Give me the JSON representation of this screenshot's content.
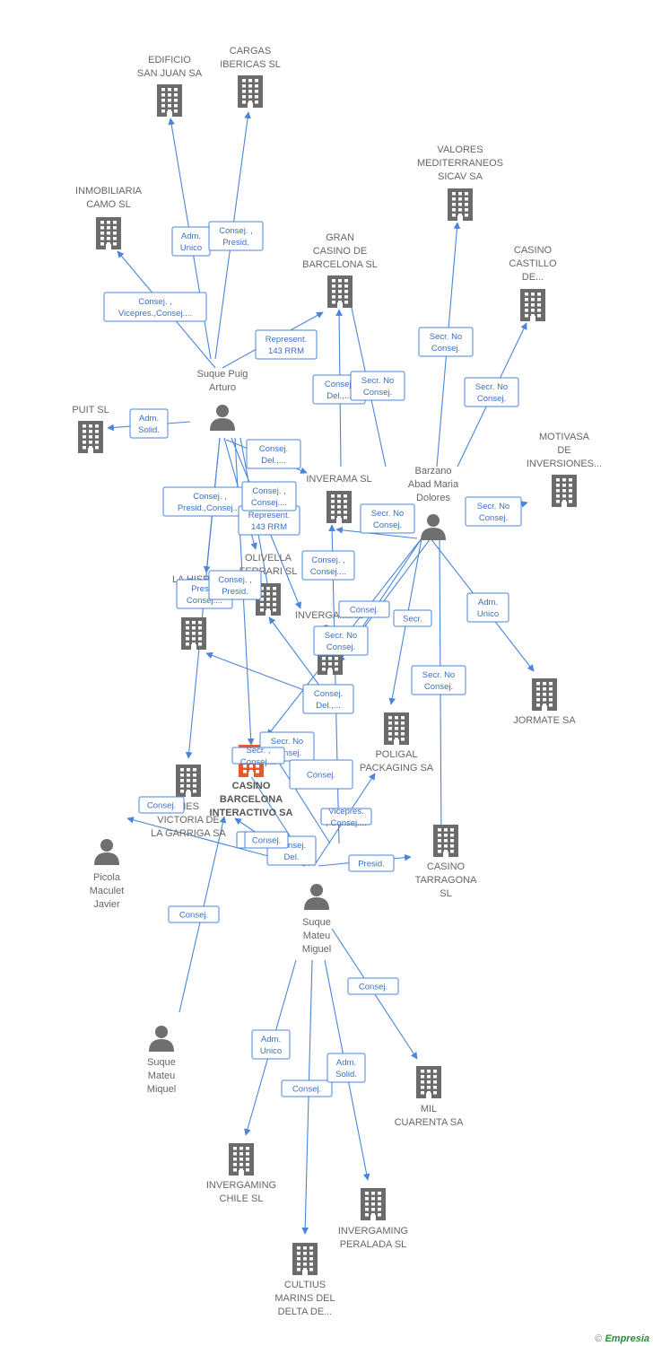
{
  "colors": {
    "edge": "#4a86d8",
    "edge_text": "#3a6fc0",
    "building": "#6b6b6b",
    "main_building": "#e8582a",
    "person": "#6f6f6f",
    "label": "#666666"
  },
  "nodes": [
    {
      "id": "edificio",
      "kind": "company",
      "lines": [
        "EDIFICIO",
        "SAN JUAN SA"
      ]
    },
    {
      "id": "cargas",
      "kind": "company",
      "lines": [
        "CARGAS",
        "IBERICAS SL"
      ]
    },
    {
      "id": "valores",
      "kind": "company",
      "lines": [
        "VALORES",
        "MEDITERRANEOS",
        "SICAV SA"
      ]
    },
    {
      "id": "inmobiliaria",
      "kind": "company",
      "lines": [
        "INMOBILIARIA",
        "CAMO SL"
      ]
    },
    {
      "id": "gran_casino",
      "kind": "company",
      "lines": [
        "GRAN",
        "CASINO DE",
        "BARCELONA SL"
      ]
    },
    {
      "id": "castillo",
      "kind": "company",
      "lines": [
        "CASINO",
        "CASTILLO",
        "DE..."
      ]
    },
    {
      "id": "puit",
      "kind": "company",
      "lines": [
        "PUIT SL"
      ]
    },
    {
      "id": "motivasa",
      "kind": "company",
      "lines": [
        "MOTIVASA",
        "DE",
        "INVERSIONES..."
      ]
    },
    {
      "id": "inverama",
      "kind": "company",
      "lines": [
        "INVERAMA SL"
      ]
    },
    {
      "id": "olivella",
      "kind": "company",
      "lines": [
        "OLIVELLA",
        "FERRARI SL"
      ]
    },
    {
      "id": "hispa",
      "kind": "company",
      "lines": [
        "LA HISPA",
        "FA"
      ]
    },
    {
      "id": "invergaming_g",
      "kind": "company",
      "lines": [
        "INVERGAMING",
        "G..."
      ]
    },
    {
      "id": "jormate",
      "kind": "company",
      "lines": [
        "JORMATE SA"
      ]
    },
    {
      "id": "poligal",
      "kind": "company",
      "lines": [
        "POLIGAL",
        "PACKAGING SA"
      ]
    },
    {
      "id": "casino_bcn",
      "kind": "main",
      "lines": [
        "CASINO",
        "BARCELONA",
        "INTERACTIVO SA"
      ]
    },
    {
      "id": "mes_victoria",
      "kind": "company",
      "lines": [
        "MES",
        "VICTORIA DE",
        "LA GARRIGA SA"
      ]
    },
    {
      "id": "casino_tarragona",
      "kind": "company",
      "lines": [
        "CASINO",
        "TARRAGONA",
        "SL"
      ]
    },
    {
      "id": "mil_cuarenta",
      "kind": "company",
      "lines": [
        "MIL",
        "CUARENTA SA"
      ]
    },
    {
      "id": "invergaming_chile",
      "kind": "company",
      "lines": [
        "INVERGAMING",
        "CHILE SL"
      ]
    },
    {
      "id": "invergaming_peralada",
      "kind": "company",
      "lines": [
        "INVERGAMING",
        "PERALADA SL"
      ]
    },
    {
      "id": "cultius",
      "kind": "company",
      "lines": [
        "CULTIUS",
        "MARINS DEL",
        "DELTA DE..."
      ]
    },
    {
      "id": "suque_arturo",
      "kind": "person",
      "lines": [
        "Suque Puig",
        "Arturo"
      ]
    },
    {
      "id": "barzano",
      "kind": "person",
      "lines": [
        "Barzano",
        "Abad Maria",
        "Dolores"
      ]
    },
    {
      "id": "picola",
      "kind": "person",
      "lines": [
        "Picola",
        "Maculet",
        "Javier"
      ]
    },
    {
      "id": "suque_miguel",
      "kind": "person",
      "lines": [
        "Suque",
        "Mateu",
        "Miguel"
      ]
    },
    {
      "id": "suque_miquel",
      "kind": "person",
      "lines": [
        "Suque",
        "Mateu",
        "Miquel"
      ]
    }
  ],
  "edge_labels": [
    [
      "Adm.",
      "Unico"
    ],
    [
      "Consej. ,",
      "Presid."
    ],
    [
      "Consej. ,",
      "Vicepres.,Consej...."
    ],
    [
      "Represent.",
      "143 RRM"
    ],
    [
      "Adm.",
      "Solid."
    ],
    [
      "Consej.",
      "Del.,..."
    ],
    [
      "Consej.",
      "Del.,..."
    ],
    [
      "Secr. No",
      "Consej."
    ],
    [
      "Secr. No",
      "Consej."
    ],
    [
      "Secr. No",
      "Consej."
    ],
    [
      "Consej. ,",
      "Consej...."
    ],
    [
      "Consej. ,",
      "Presid.,Consej...."
    ],
    [
      "Represent.",
      "143 RRM"
    ],
    [
      "Secr. No",
      "Consej."
    ],
    [
      "Secr. No",
      "Consej."
    ],
    [
      "Presid.",
      "Consej...."
    ],
    [
      "Consej. ,",
      "Presid."
    ],
    [
      "Consej. ,",
      "Consej...."
    ],
    [
      "Secr. No",
      "Consej."
    ],
    [
      "Consej."
    ],
    [
      "Secr."
    ],
    [
      "Adm.",
      "Unico"
    ],
    [
      "Secr. No",
      "Consej."
    ],
    [
      "Consej.",
      "Del.,..."
    ],
    [
      "Secr. No",
      "Consej."
    ],
    [
      "Secr. ,",
      "Consej...."
    ],
    [
      "Consej."
    ],
    [
      "Vicepres.",
      ", Consej...."
    ],
    [
      "Consej."
    ],
    [
      "Consej."
    ],
    [
      "Consej.",
      "Del."
    ],
    [
      "Consej."
    ],
    [
      "Presid."
    ],
    [
      "Consej."
    ],
    [
      "Consej."
    ],
    [
      "Adm.",
      "Unico"
    ],
    [
      "Adm.",
      "Solid."
    ],
    [
      "Consej."
    ]
  ],
  "footer": {
    "copyright": "©",
    "brand": "Empresia"
  }
}
